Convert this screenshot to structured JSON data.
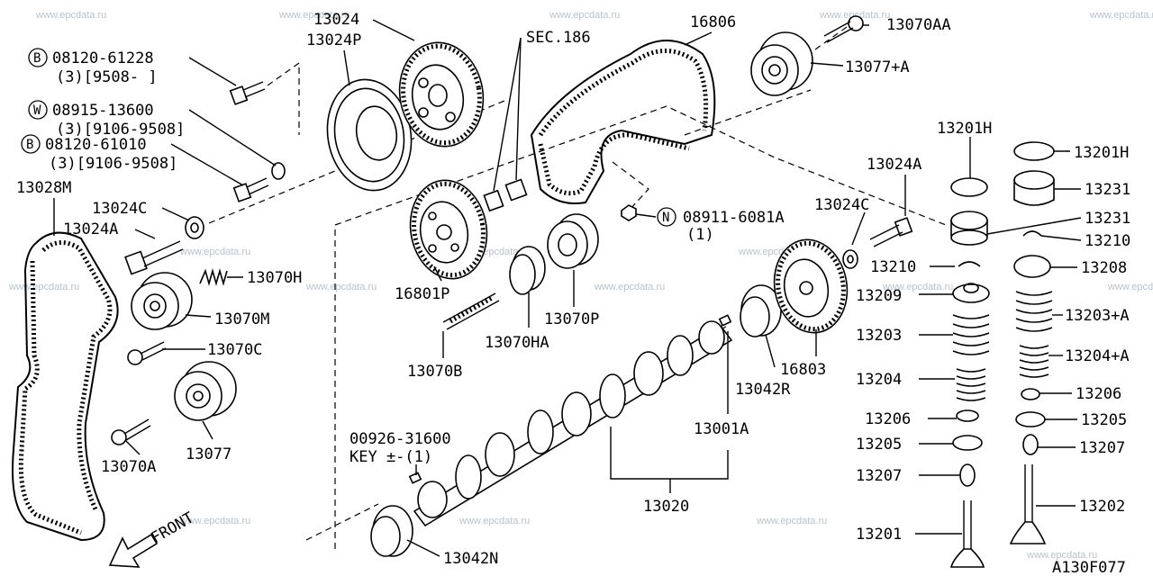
{
  "watermark": "www.epcdata.ru",
  "figure_code": "A130F077",
  "front_label": "FRONT",
  "labels": {
    "p13024": "13024",
    "p13024P": "13024P",
    "sec186": "SEC.186",
    "p16806": "16806",
    "p13070AA": "13070AA",
    "p13077A": "13077+A",
    "b1_part": "08120-61228",
    "b1_qty": "(3)[9508-   ]",
    "w_part": "08915-13600",
    "w_qty": "(3)[9106-9508]",
    "b2_part": "08120-61010",
    "b2_qty": "(3)[9106-9508]",
    "p13028M": "13028M",
    "p13024C_l": "13024C",
    "p13024A_l": "13024A",
    "p13070H": "13070H",
    "p13070M": "13070M",
    "p13070C": "13070C",
    "p13077": "13077",
    "p13070A": "13070A",
    "p16801P": "16801P",
    "p13070P": "13070P",
    "p13070HA": "13070HA",
    "p13070B": "13070B",
    "n_part": "08911-6081A",
    "n_qty": "(1)",
    "p13024C_r": "13024C",
    "p13024A_r": "13024A",
    "p13042R": "13042R",
    "p16803": "16803",
    "p13001A": "13001A",
    "key_part": "00926-31600",
    "key_desc": "KEY ±-(1)",
    "p13020": "13020",
    "p13042N": "13042N",
    "l13201H": "13201H",
    "l13210": "13210",
    "l13209": "13209",
    "l13203": "13203",
    "l13204": "13204",
    "l13206": "13206",
    "l13205": "13205",
    "l13207": "13207",
    "l13201": "13201",
    "r13201H": "13201H",
    "r13231a": "13231",
    "r13231b": "13231",
    "r13210": "13210",
    "r13208": "13208",
    "r13203A": "13203+A",
    "r13204A": "13204+A",
    "r13206": "13206",
    "r13205": "13205",
    "r13207": "13207",
    "r13202": "13202"
  },
  "callouts": {
    "B": "B",
    "W": "W",
    "N": "N"
  }
}
